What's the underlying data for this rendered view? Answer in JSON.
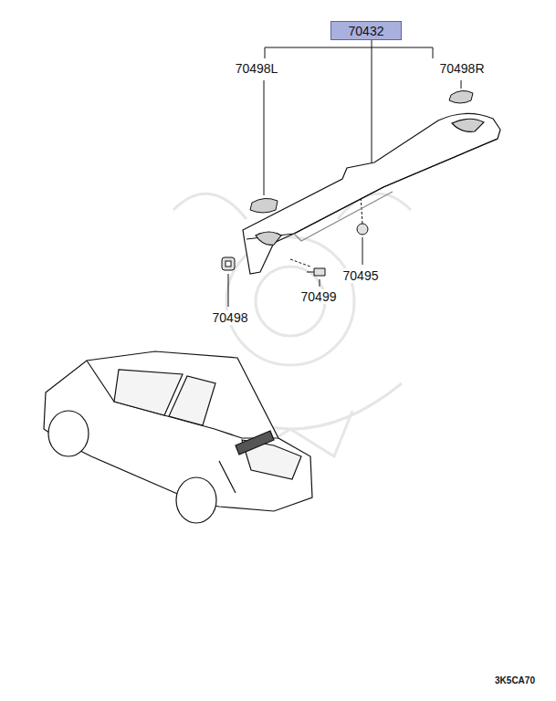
{
  "diagram": {
    "nodes": [
      {
        "text": [
          "70432"
        ]
      }
    ],
    "labels": [
      "70498L",
      "70498R",
      "70495",
      "70499",
      "70498",
      "3K5CA70"
    ]
  }
}
